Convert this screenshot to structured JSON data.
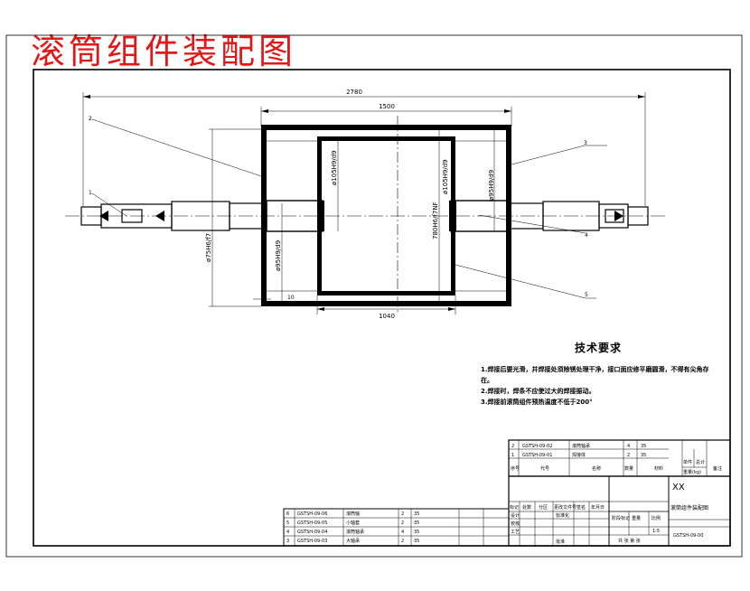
{
  "title": "滚筒组件装配图",
  "dimensions": {
    "overall_length": "2780",
    "drum_length": "1500",
    "inner_length": "1040",
    "left_journal": "ø75H6/f7",
    "left_bore": "ø105H9/d9",
    "left_inner": "ø95H9/d9",
    "drum_dia": "780H6/f7NF",
    "right_bore": "ø105H9/d9",
    "right_journal": "ø95H9/d9",
    "wall": "10"
  },
  "balloons": {
    "b1": "1",
    "b2": "2",
    "b3": "3",
    "b4": "4",
    "b5": "5"
  },
  "tech": {
    "title": "技术要求",
    "lines": [
      "1.焊接后要光滑，并焊接处须除锈处理干净，接口面应修平磨圆滑，不得有尖角存",
      "在。",
      "2.焊接时，焊条不应使过大的焊接振动。",
      "3.焊接前滚筒组件预热温度不低于200°"
    ]
  },
  "bom_top": {
    "rows": [
      {
        "no": "2",
        "code": "GSTSH-09-02",
        "name": "滚筒轴承",
        "qty": "4",
        "mat": "35"
      },
      {
        "no": "1",
        "code": "GSTSH-09-01",
        "name": "焊接体",
        "qty": "2",
        "mat": "35"
      }
    ],
    "header": {
      "no": "序号",
      "code": "代号",
      "name": "名称",
      "qty": "数量",
      "mat": "材料",
      "w1": "单件",
      "w2": "总计",
      "weight": "重量(kg)",
      "note": "备注"
    }
  },
  "bom_bottom": [
    {
      "no": "6",
      "code": "GSTSH-09-06",
      "name": "滚筒轴",
      "qty": "2",
      "mat": "35"
    },
    {
      "no": "5",
      "code": "GSTSH-09-05",
      "name": "小轴套",
      "qty": "2",
      "mat": "35"
    },
    {
      "no": "4",
      "code": "GSTSH-09-04",
      "name": "滚筒轴承",
      "qty": "4",
      "mat": "35"
    },
    {
      "no": "3",
      "code": "GSTSH-09-03",
      "name": "大轴承",
      "qty": "2",
      "mat": "35"
    }
  ],
  "title_block": {
    "company": "XX",
    "drawing_name": "滚筒组件装配图",
    "drawing_no": "GSTSH-09-00",
    "labels": {
      "mark": "标记",
      "qty": "处数",
      "zone": "分区",
      "change": "更改文件号",
      "sign": "签名",
      "date": "年月日",
      "design": "设计",
      "std": "标准化",
      "check": "校核",
      "proc": "工艺",
      "approve": "批准",
      "stage": "阶段标记",
      "weight": "重量",
      "scale": "比例",
      "sheets": "共 张 第 张"
    },
    "scale_value": "1:5"
  }
}
